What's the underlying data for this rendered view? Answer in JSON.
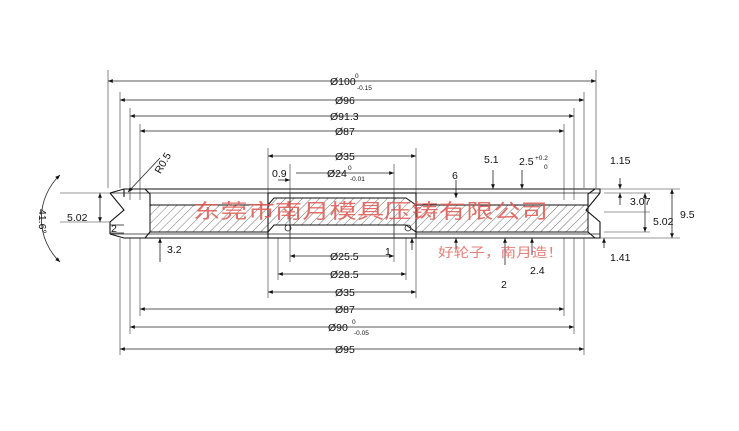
{
  "dimensions": {
    "d100": "Ø100",
    "d100_sup": "0",
    "d100_sub": "-0.15",
    "d96": "Ø96",
    "d913": "Ø91.3",
    "d87_top": "Ø87",
    "d35_top": "Ø35",
    "d24": "Ø24",
    "d24_sup": "0",
    "d24_sub": "-0.01",
    "r05": "R0.5",
    "v09": "0.9",
    "v6": "6",
    "v51": "5.1",
    "v25": "2.5",
    "v25_sup": "+0.2",
    "v25_sub": "0",
    "v115": "1.15",
    "v307": "3.07",
    "v502_right": "5.02",
    "v95": "9.5",
    "v141": "1.41",
    "v24": "2.4",
    "v2_right": "2",
    "angle": "41.6°",
    "v502_left": "5.02",
    "v2_left": "2",
    "v32": "3.2",
    "v1": "1",
    "d255": "Ø25.5",
    "d285": "Ø28.5",
    "d35_bot": "Ø35",
    "d87_bot": "Ø87",
    "d90": "Ø90",
    "d90_sup": "0",
    "d90_sub": "-0.05",
    "d95": "Ø95"
  },
  "watermark": {
    "company": "东莞市南月模具压铸有限公司",
    "slogan": "好轮子，南月造！"
  },
  "colors": {
    "line": "#222222",
    "watermark": "#e0574f"
  }
}
